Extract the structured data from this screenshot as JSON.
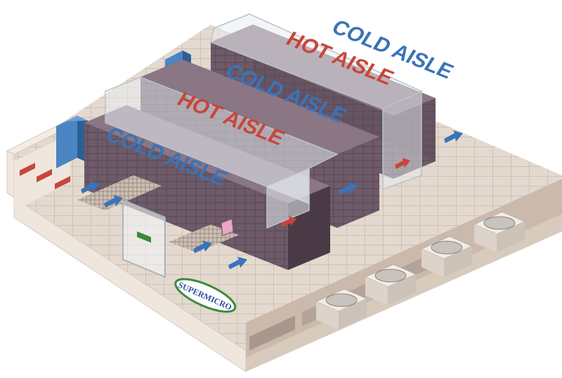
{
  "labels": {
    "cold_aisle_top": "COLD AISLE",
    "hot_aisle_top": "HOT AISLE",
    "cold_aisle_middle": "COLD AISLE",
    "hot_aisle_middle": "HOT AISLE",
    "cold_aisle_front": "COLD AISLE"
  },
  "logo": {
    "text": "SUPERMICRO"
  },
  "colors": {
    "cold": "#3a73b8",
    "hot": "#c9453a",
    "rack": "#6e5a68",
    "rack_dark": "#4a3a46",
    "floor": "#e4d9cf",
    "wall": "#efe6dd",
    "glass": "#e8eef2",
    "logo_green": "#3a8a3a",
    "logo_blue": "#2f4fa0"
  },
  "icons": [
    "cold-air-arrow-icon",
    "hot-air-arrow-icon",
    "condenser-fan-icon",
    "exit-sign-icon"
  ]
}
